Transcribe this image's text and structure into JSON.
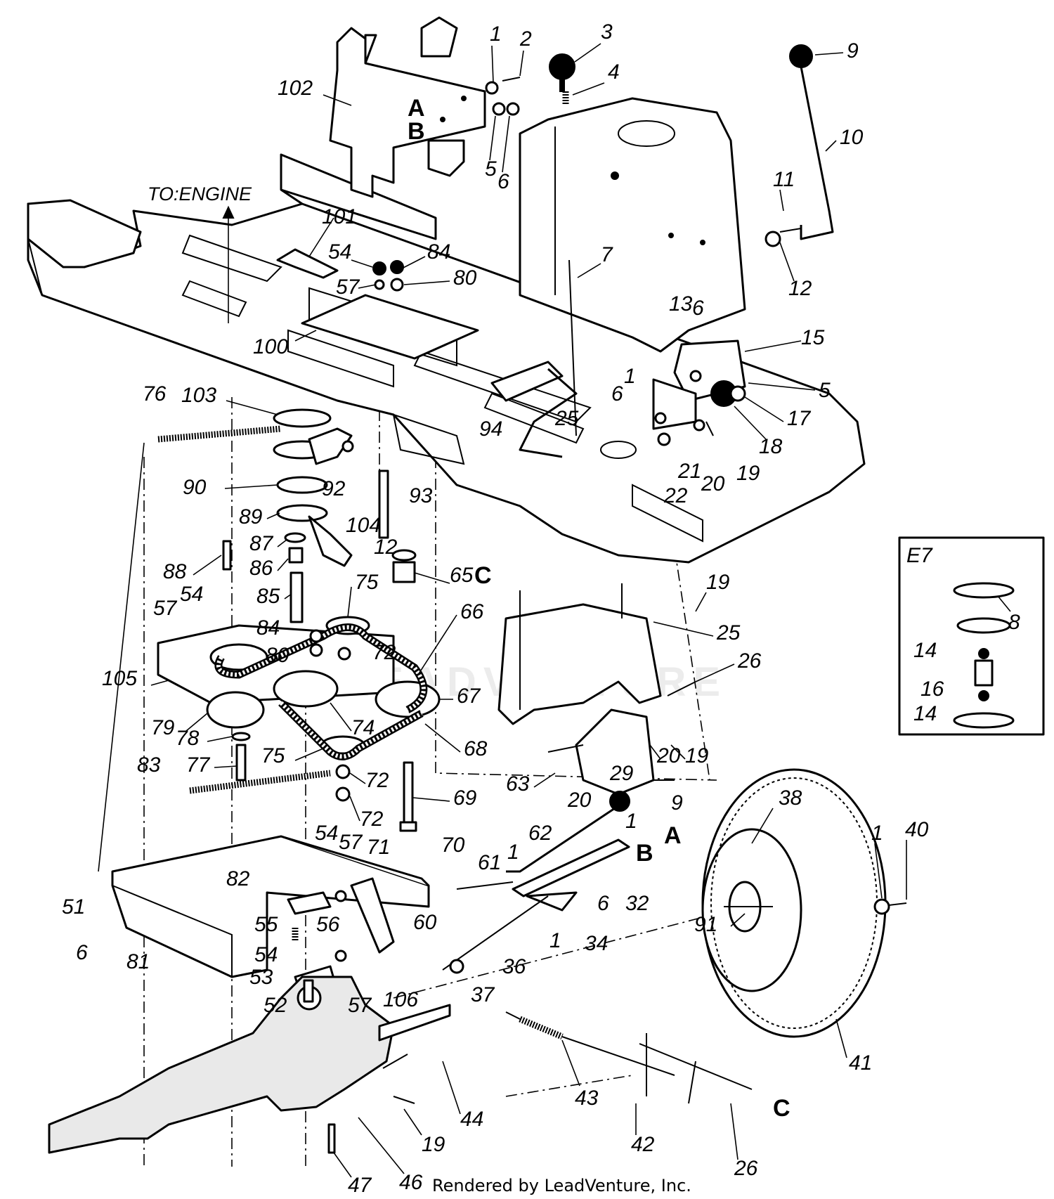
{
  "diagram": {
    "engine_label": "TO:ENGINE",
    "credit": "Rendered by LeadVenture, Inc.",
    "watermark": "LEADVENTURE",
    "inset_label": "E7",
    "callouts": [
      {
        "id": "c1",
        "label": "1"
      },
      {
        "id": "c2",
        "label": "2"
      },
      {
        "id": "c3",
        "label": "3"
      },
      {
        "id": "c4",
        "label": "4"
      },
      {
        "id": "c5",
        "label": "5"
      },
      {
        "id": "c6",
        "label": "6"
      },
      {
        "id": "c7",
        "label": "7"
      },
      {
        "id": "c9",
        "label": "9"
      },
      {
        "id": "c10",
        "label": "10"
      },
      {
        "id": "c11",
        "label": "11"
      },
      {
        "id": "c12",
        "label": "12"
      },
      {
        "id": "c13",
        "label": "13"
      },
      {
        "id": "c6b",
        "label": "6"
      },
      {
        "id": "c15",
        "label": "15"
      },
      {
        "id": "c5b",
        "label": "5"
      },
      {
        "id": "c17",
        "label": "17"
      },
      {
        "id": "c18",
        "label": "18"
      },
      {
        "id": "c1b",
        "label": "1"
      },
      {
        "id": "c6c",
        "label": "6"
      },
      {
        "id": "c19",
        "label": "19"
      },
      {
        "id": "c20",
        "label": "20"
      },
      {
        "id": "c21",
        "label": "21"
      },
      {
        "id": "c22",
        "label": "22"
      },
      {
        "id": "c25",
        "label": "25"
      },
      {
        "id": "c94",
        "label": "94"
      },
      {
        "id": "c100",
        "label": "100"
      },
      {
        "id": "c101",
        "label": "101"
      },
      {
        "id": "c102",
        "label": "102"
      },
      {
        "id": "c54",
        "label": "54"
      },
      {
        "id": "c57",
        "label": "57"
      },
      {
        "id": "c84",
        "label": "84"
      },
      {
        "id": "c80",
        "label": "80"
      },
      {
        "id": "c76",
        "label": "76"
      },
      {
        "id": "c103",
        "label": "103"
      },
      {
        "id": "c92",
        "label": "92"
      },
      {
        "id": "c93",
        "label": "93"
      },
      {
        "id": "c90",
        "label": "90"
      },
      {
        "id": "c89",
        "label": "89"
      },
      {
        "id": "c104",
        "label": "104"
      },
      {
        "id": "c12b",
        "label": "12"
      },
      {
        "id": "c87",
        "label": "87"
      },
      {
        "id": "c86",
        "label": "86"
      },
      {
        "id": "c88",
        "label": "88"
      },
      {
        "id": "c85",
        "label": "85"
      },
      {
        "id": "c75",
        "label": "75"
      },
      {
        "id": "c65",
        "label": "65"
      },
      {
        "id": "c66",
        "label": "66"
      },
      {
        "id": "c57b",
        "label": "57"
      },
      {
        "id": "c54b",
        "label": "54"
      },
      {
        "id": "c84b",
        "label": "84"
      },
      {
        "id": "c80b",
        "label": "80"
      },
      {
        "id": "c72",
        "label": "72"
      },
      {
        "id": "c105",
        "label": "105"
      },
      {
        "id": "c79",
        "label": "79"
      },
      {
        "id": "c74",
        "label": "74"
      },
      {
        "id": "c67",
        "label": "67"
      },
      {
        "id": "c78",
        "label": "78"
      },
      {
        "id": "c77",
        "label": "77"
      },
      {
        "id": "c75b",
        "label": "75"
      },
      {
        "id": "c68",
        "label": "68"
      },
      {
        "id": "c72b",
        "label": "72"
      },
      {
        "id": "c72c",
        "label": "72"
      },
      {
        "id": "c69",
        "label": "69"
      },
      {
        "id": "c83",
        "label": "83"
      },
      {
        "id": "c19b",
        "label": "19"
      },
      {
        "id": "c25b",
        "label": "25"
      },
      {
        "id": "c26",
        "label": "26"
      },
      {
        "id": "c20b",
        "label": "20"
      },
      {
        "id": "c19c",
        "label": "19"
      },
      {
        "id": "c63",
        "label": "63"
      },
      {
        "id": "c29",
        "label": "29"
      },
      {
        "id": "c20c",
        "label": "20"
      },
      {
        "id": "c9b",
        "label": "9"
      },
      {
        "id": "c1c",
        "label": "1"
      },
      {
        "id": "c62",
        "label": "62"
      },
      {
        "id": "c61",
        "label": "61"
      },
      {
        "id": "c1d",
        "label": "1"
      },
      {
        "id": "c6d",
        "label": "6"
      },
      {
        "id": "c32",
        "label": "32"
      },
      {
        "id": "c1e",
        "label": "1"
      },
      {
        "id": "c34",
        "label": "34"
      },
      {
        "id": "c36",
        "label": "36"
      },
      {
        "id": "c37",
        "label": "37"
      },
      {
        "id": "c70",
        "label": "70"
      },
      {
        "id": "c54c",
        "label": "54"
      },
      {
        "id": "c57c",
        "label": "57"
      },
      {
        "id": "c71",
        "label": "71"
      },
      {
        "id": "c82",
        "label": "82"
      },
      {
        "id": "c51",
        "label": "51"
      },
      {
        "id": "c55",
        "label": "55"
      },
      {
        "id": "c56",
        "label": "56"
      },
      {
        "id": "c60",
        "label": "60"
      },
      {
        "id": "c6e",
        "label": "6"
      },
      {
        "id": "c81",
        "label": "81"
      },
      {
        "id": "c54d",
        "label": "54"
      },
      {
        "id": "c53",
        "label": "53"
      },
      {
        "id": "c57d",
        "label": "57"
      },
      {
        "id": "c52",
        "label": "52"
      },
      {
        "id": "c106",
        "label": "106"
      },
      {
        "id": "c38",
        "label": "38"
      },
      {
        "id": "c1f",
        "label": "1"
      },
      {
        "id": "c40",
        "label": "40"
      },
      {
        "id": "c91",
        "label": "91"
      },
      {
        "id": "c41",
        "label": "41"
      },
      {
        "id": "c43",
        "label": "43"
      },
      {
        "id": "c44",
        "label": "44"
      },
      {
        "id": "c19d",
        "label": "19"
      },
      {
        "id": "c42",
        "label": "42"
      },
      {
        "id": "c26b",
        "label": "26"
      },
      {
        "id": "c47",
        "label": "47"
      },
      {
        "id": "c46",
        "label": "46"
      },
      {
        "id": "c8",
        "label": "8"
      },
      {
        "id": "c14",
        "label": "14"
      },
      {
        "id": "c16",
        "label": "16"
      },
      {
        "id": "c14b",
        "label": "14"
      }
    ],
    "letter_refs": [
      {
        "id": "lA1",
        "label": "A"
      },
      {
        "id": "lB1",
        "label": "B"
      },
      {
        "id": "lC1",
        "label": "C"
      },
      {
        "id": "lA2",
        "label": "A"
      },
      {
        "id": "lB2",
        "label": "B"
      },
      {
        "id": "lC2",
        "label": "C"
      }
    ]
  }
}
